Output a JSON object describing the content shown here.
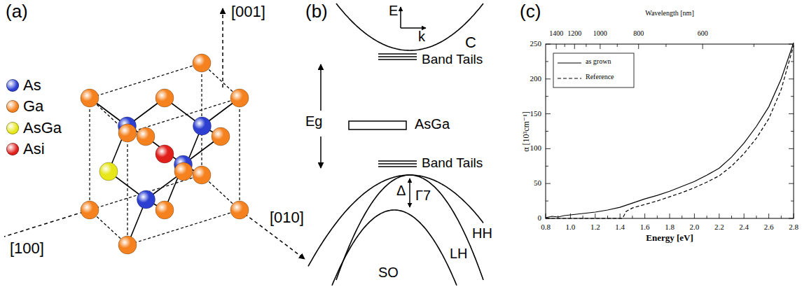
{
  "diagram": {
    "labels": [
      "(a)",
      "[001]",
      "[100]",
      "[010]",
      "(b)",
      "E",
      "k",
      "C",
      "Band Tails",
      "Eg",
      "AsGa",
      "Band Tails",
      "Δ",
      "Γ7",
      "HH",
      "LH",
      "SO",
      "(c)",
      "Wavelength [nm]",
      "1400",
      "1200",
      "1000",
      "800",
      "600",
      "250",
      "200",
      "150",
      "100",
      "50",
      "0",
      "0.8",
      "1.0",
      "1.2",
      "1.4",
      "1.6",
      "1.8",
      "2.0",
      "2.2",
      "2.4",
      "2.6",
      "2.8",
      "Energy [eV]",
      "α [10³cm⁻¹]"
    ],
    "legend": [
      {
        "text": "As",
        "color": "#2c3fd1"
      },
      {
        "text": "Ga",
        "color": "#f5821f"
      },
      {
        "text": "AsGa",
        "color": "#e6e619"
      },
      {
        "text": "Asi",
        "color": "#e0201b"
      },
      {
        "text": "as grown"
      },
      {
        "text": "Reference"
      }
    ]
  }
}
